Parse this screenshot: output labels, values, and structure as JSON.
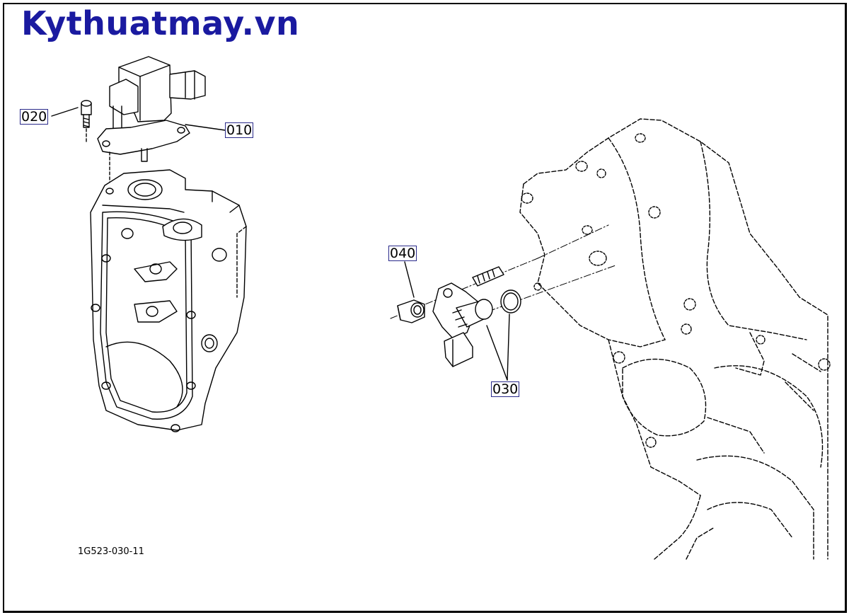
{
  "watermark": "Kythuatmay.vn",
  "drawing_code": "1G523-030-11",
  "callouts": {
    "c020": "020",
    "c010": "010",
    "c040": "040",
    "c030": "030"
  },
  "colors": {
    "watermark": "#1a1aa0",
    "line": "#000000",
    "callout_border": "#2a2a8a"
  }
}
